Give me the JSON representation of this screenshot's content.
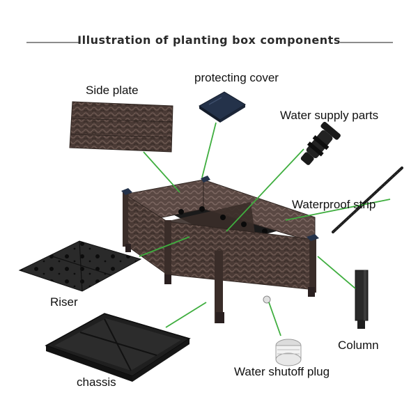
{
  "title": "Illustration of planting box components",
  "labels": {
    "side_plate": "Side plate",
    "protecting_cover": "protecting cover",
    "water_supply_parts": "Water supply parts",
    "waterproof_strip": "Waterproof strip",
    "riser": "Riser",
    "column": "Column",
    "chassis": "chassis",
    "water_shutoff_plug": "Water shutoff plug"
  },
  "colors": {
    "leader_line": "#3fae3f",
    "box_body": "#4a3a35",
    "parts_black": "#1c1c1c",
    "plug": "#f2f2f2",
    "title_rule": "#8c8c8c"
  }
}
